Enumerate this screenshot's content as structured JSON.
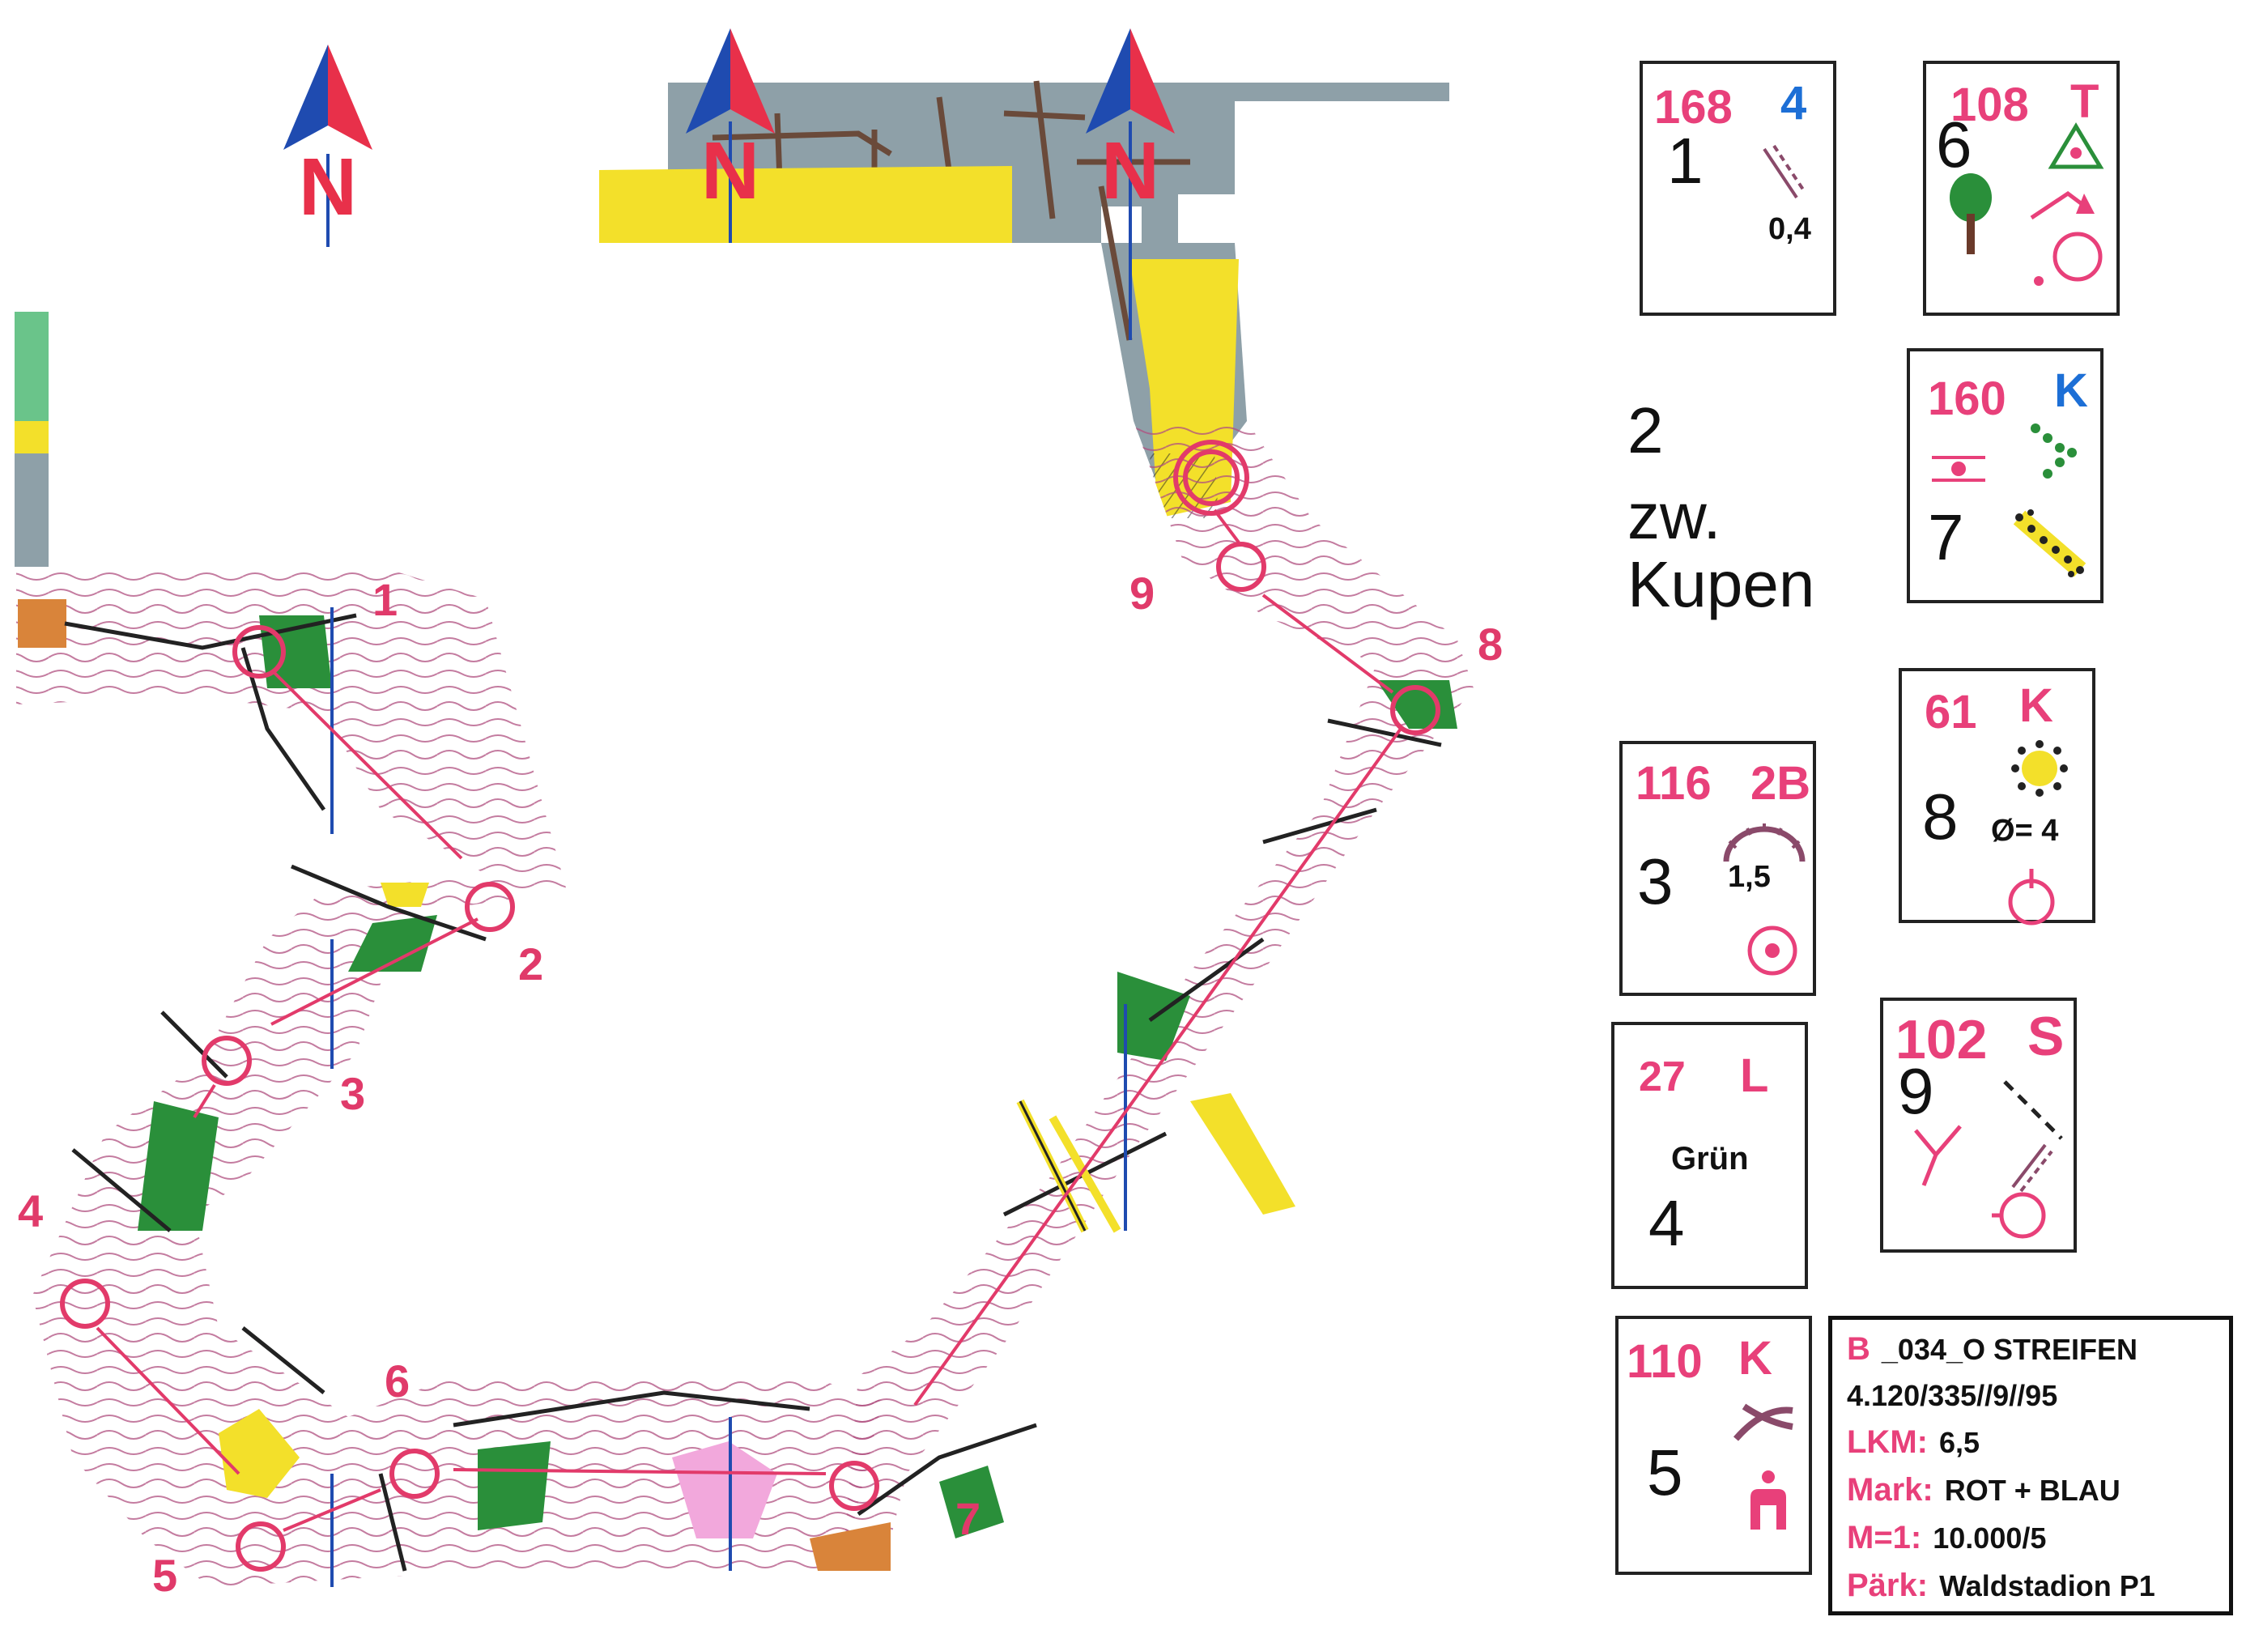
{
  "map": {
    "north_label": "N",
    "control_numbers": [
      "1",
      "2",
      "3",
      "4",
      "5",
      "6",
      "7",
      "8",
      "9"
    ],
    "colors": {
      "contour": "#a0406a",
      "course": "#e23a6a",
      "green": "#2a8f3a",
      "yellow": "#f3e02a",
      "settlement": "#8ea0a8",
      "north_red": "#e8304a",
      "north_blue": "#1f4bb0"
    }
  },
  "descriptions": [
    {
      "no": "1",
      "code": "168",
      "letter": "4",
      "letter_color": "#1d6fd6",
      "dim": "0,4",
      "symbol": "track-icon"
    },
    {
      "no": "6",
      "code": "108",
      "letter": "T",
      "letter_color": "#e8407a",
      "symbol": "tree-icon"
    },
    {
      "no": "7",
      "code": "160",
      "letter": "K",
      "letter_color": "#1d6fd6",
      "symbol": "knoll-chain-icon"
    },
    {
      "no": "3",
      "code": "116",
      "letter": "2B",
      "letter_color": "#e8407a",
      "dim": "1,5",
      "symbol": "hill-icon"
    },
    {
      "no": "8",
      "code": "61",
      "letter": "K",
      "letter_color": "#e8407a",
      "dim": "Ø= 4",
      "symbol": "boulder-icon"
    },
    {
      "no": "4",
      "code": "27",
      "letter": "L",
      "letter_color": "#e8407a",
      "label": "Grün"
    },
    {
      "no": "9",
      "code": "102",
      "letter": "S",
      "letter_color": "#e8407a",
      "symbol": "path-junction-icon"
    },
    {
      "no": "5",
      "code": "110",
      "letter": "K",
      "letter_color": "#e8407a",
      "symbol": "gully-icon"
    }
  ],
  "note2": {
    "line1": "2",
    "line2": "zw.",
    "line3": "Kupen"
  },
  "info": {
    "b_label": "B",
    "b_value": "_034_O  STREIFEN",
    "version": "4.120/335//9//95",
    "lkm_label": "LKM:",
    "lkm_value": "6,5",
    "mark_label": "Mark:",
    "mark_value": "ROT + BLAU",
    "scale_label": "M=1:",
    "scale_value": "10.000/5",
    "park_label": "Pärk:",
    "park_value": "Waldstadion  P1"
  }
}
